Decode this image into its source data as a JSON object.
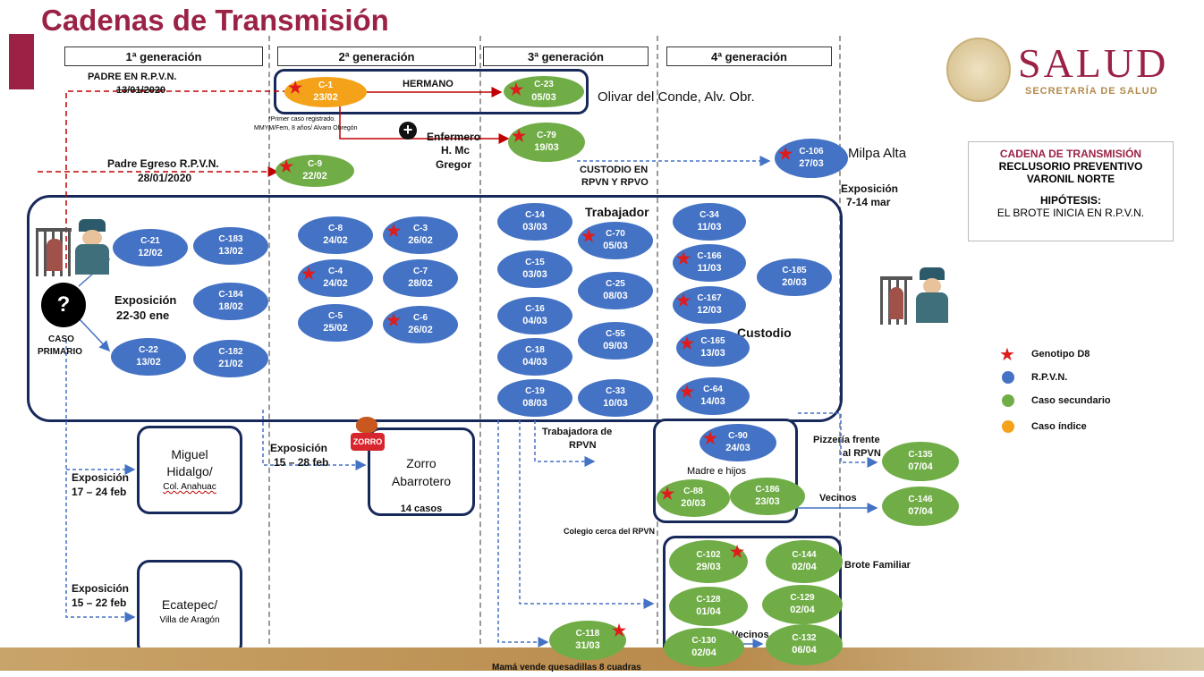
{
  "title": "Cadenas de Transmisión",
  "generations": [
    "1ª generación",
    "2ª generación",
    "3ª generación",
    "4ª generación"
  ],
  "logo": {
    "name": "SALUD",
    "sub": "SECRETARÍA DE SALUD"
  },
  "panel": {
    "title": "CADENA DE TRANSMISIÓN",
    "line1": "RECLUSORIO PREVENTIVO",
    "line2": "VARONIL NORTE",
    "hyp": "HIPÓTESIS:",
    "hyp_text": "EL BROTE INICIA EN R.P.V.N."
  },
  "legend": [
    {
      "label": "Genotipo D8",
      "kind": "star",
      "color": "#e01b1b"
    },
    {
      "label": "R.P.V.N.",
      "kind": "dot",
      "color": "#4472c4"
    },
    {
      "label": "Caso secundario",
      "kind": "dot",
      "color": "#70ad47"
    },
    {
      "label": "Caso índice",
      "kind": "dot",
      "color": "#f4a21a"
    }
  ],
  "labels": {
    "padre_rpvn": "PADRE EN R.P.V.N.",
    "padre_rpvn_date": "13/01/2020",
    "hermano": "HERMANO",
    "primer_caso": "*Primer caso registrado.",
    "primer_caso2": "MMYM/Fem, 8 años/ Alvaro Obregón",
    "olivar": "Olivar del Conde, Alv. Obr.",
    "enfermero": "Enfermero",
    "hmc": "H. Mc",
    "gregor": "Gregor",
    "padre_egreso": "Padre Egreso R.P.V.N.",
    "padre_egreso_date": "28/01/2020",
    "custodio_en": "CUSTODIO EN",
    "rpvn_rpvo": "RPVN Y RPVO",
    "milpa": "Milpa Alta",
    "exposicion_ma": "Exposición",
    "exposicion_ma_dates": "7-14 mar",
    "trabajador": "Trabajador",
    "custodio": "Custodio",
    "exposicion1": "Exposición",
    "exposicion1_dates": "22-30 ene",
    "caso": "CASO",
    "primario": "PRIMARIO",
    "question": "?",
    "miguel1": "Miguel",
    "miguel2": "Hidalgo/",
    "miguel3": "Col. Anahuac",
    "exp_mh": "Exposición",
    "exp_mh_dates": "17 – 24 feb",
    "exp_zorro": "Exposición",
    "exp_zorro_dates": "15 – 28 feb",
    "zorro_logo": "ZORRO",
    "zorro1": "Zorro",
    "zorro2": "Abarrotero",
    "zorro_casos": "14 casos",
    "trabajadora": "Trabajadora de",
    "trabajadora2": "RPVN",
    "madre": "Madre e hijos",
    "pizzeria": "Pizzería frente",
    "pizzeria2": "al RPVN",
    "vecinos": "Vecinos",
    "colegio": "Colegio cerca del RPVN",
    "brote": "Brote Familiar",
    "vecinos2": "Vecinos",
    "ecatepec1": "Ecatepec/",
    "ecatepec2": "Villa de Aragón",
    "exp_ec": "Exposición",
    "exp_ec_dates": "15 – 22 feb",
    "mama": "Mamá vende quesadillas 8 cuadras"
  },
  "nodes": {
    "c1": {
      "id": "C-1",
      "date": "23/02",
      "color": "orange",
      "star": true
    },
    "c23": {
      "id": "C-23",
      "date": "05/03",
      "color": "green",
      "star": true
    },
    "c79": {
      "id": "C-79",
      "date": "19/03",
      "color": "green",
      "star": true
    },
    "c9": {
      "id": "C-9",
      "date": "22/02",
      "color": "green",
      "star": true
    },
    "c106": {
      "id": "C-106",
      "date": "27/03",
      "color": "blue",
      "star": true
    },
    "c21": {
      "id": "C-21",
      "date": "12/02",
      "color": "blue",
      "star": false
    },
    "c183": {
      "id": "C-183",
      "date": "13/02",
      "color": "blue",
      "star": false
    },
    "c184": {
      "id": "C-184",
      "date": "18/02",
      "color": "blue",
      "star": false
    },
    "c22": {
      "id": "C-22",
      "date": "13/02",
      "color": "blue",
      "star": false
    },
    "c182": {
      "id": "C-182",
      "date": "21/02",
      "color": "blue",
      "star": false
    },
    "c8": {
      "id": "C-8",
      "date": "24/02",
      "color": "blue",
      "star": false
    },
    "c3": {
      "id": "C-3",
      "date": "26/02",
      "color": "blue",
      "star": true
    },
    "c4": {
      "id": "C-4",
      "date": "24/02",
      "color": "blue",
      "star": true
    },
    "c7": {
      "id": "C-7",
      "date": "28/02",
      "color": "blue",
      "star": false
    },
    "c5": {
      "id": "C-5",
      "date": "25/02",
      "color": "blue",
      "star": false
    },
    "c6": {
      "id": "C-6",
      "date": "26/02",
      "color": "blue",
      "star": true
    },
    "c14": {
      "id": "C-14",
      "date": "03/03",
      "color": "blue",
      "star": false
    },
    "c70": {
      "id": "C-70",
      "date": "05/03",
      "color": "blue",
      "star": true
    },
    "c15": {
      "id": "C-15",
      "date": "03/03",
      "color": "blue",
      "star": false
    },
    "c25": {
      "id": "C-25",
      "date": "08/03",
      "color": "blue",
      "star": false
    },
    "c16": {
      "id": "C-16",
      "date": "04/03",
      "color": "blue",
      "star": false
    },
    "c55": {
      "id": "C-55",
      "date": "09/03",
      "color": "blue",
      "star": false
    },
    "c18": {
      "id": "C-18",
      "date": "04/03",
      "color": "blue",
      "star": false
    },
    "c19": {
      "id": "C-19",
      "date": "08/03",
      "color": "blue",
      "star": false
    },
    "c33": {
      "id": "C-33",
      "date": "10/03",
      "color": "blue",
      "star": false
    },
    "c34": {
      "id": "C-34",
      "date": "11/03",
      "color": "blue",
      "star": false
    },
    "c166": {
      "id": "C-166",
      "date": "11/03",
      "color": "blue",
      "star": true
    },
    "c185": {
      "id": "C-185",
      "date": "20/03",
      "color": "blue",
      "star": false
    },
    "c167": {
      "id": "C-167",
      "date": "12/03",
      "color": "blue",
      "star": true
    },
    "c165": {
      "id": "C-165",
      "date": "13/03",
      "color": "blue",
      "star": true
    },
    "c64": {
      "id": "C-64",
      "date": "14/03",
      "color": "blue",
      "star": true
    },
    "c90": {
      "id": "C-90",
      "date": "24/03",
      "color": "blue",
      "star": true
    },
    "c88": {
      "id": "C-88",
      "date": "20/03",
      "color": "green",
      "star": true
    },
    "c186": {
      "id": "C-186",
      "date": "23/03",
      "color": "green",
      "star": false
    },
    "c135": {
      "id": "C-135",
      "date": "07/04",
      "color": "green",
      "star": false
    },
    "c146": {
      "id": "C-146",
      "date": "07/04",
      "color": "green",
      "star": false
    },
    "c102": {
      "id": "C-102",
      "date": "29/03",
      "color": "green",
      "star": true
    },
    "c144": {
      "id": "C-144",
      "date": "02/04",
      "color": "green",
      "star": false
    },
    "c128": {
      "id": "C-128",
      "date": "01/04",
      "color": "green",
      "star": false
    },
    "c129": {
      "id": "C-129",
      "date": "02/04",
      "color": "green",
      "star": false
    },
    "c130": {
      "id": "C-130",
      "date": "02/04",
      "color": "green",
      "star": false
    },
    "c132": {
      "id": "C-132",
      "date": "06/04",
      "color": "green",
      "star": false
    },
    "c118": {
      "id": "C-118",
      "date": "31/03",
      "color": "green",
      "star": true
    }
  }
}
